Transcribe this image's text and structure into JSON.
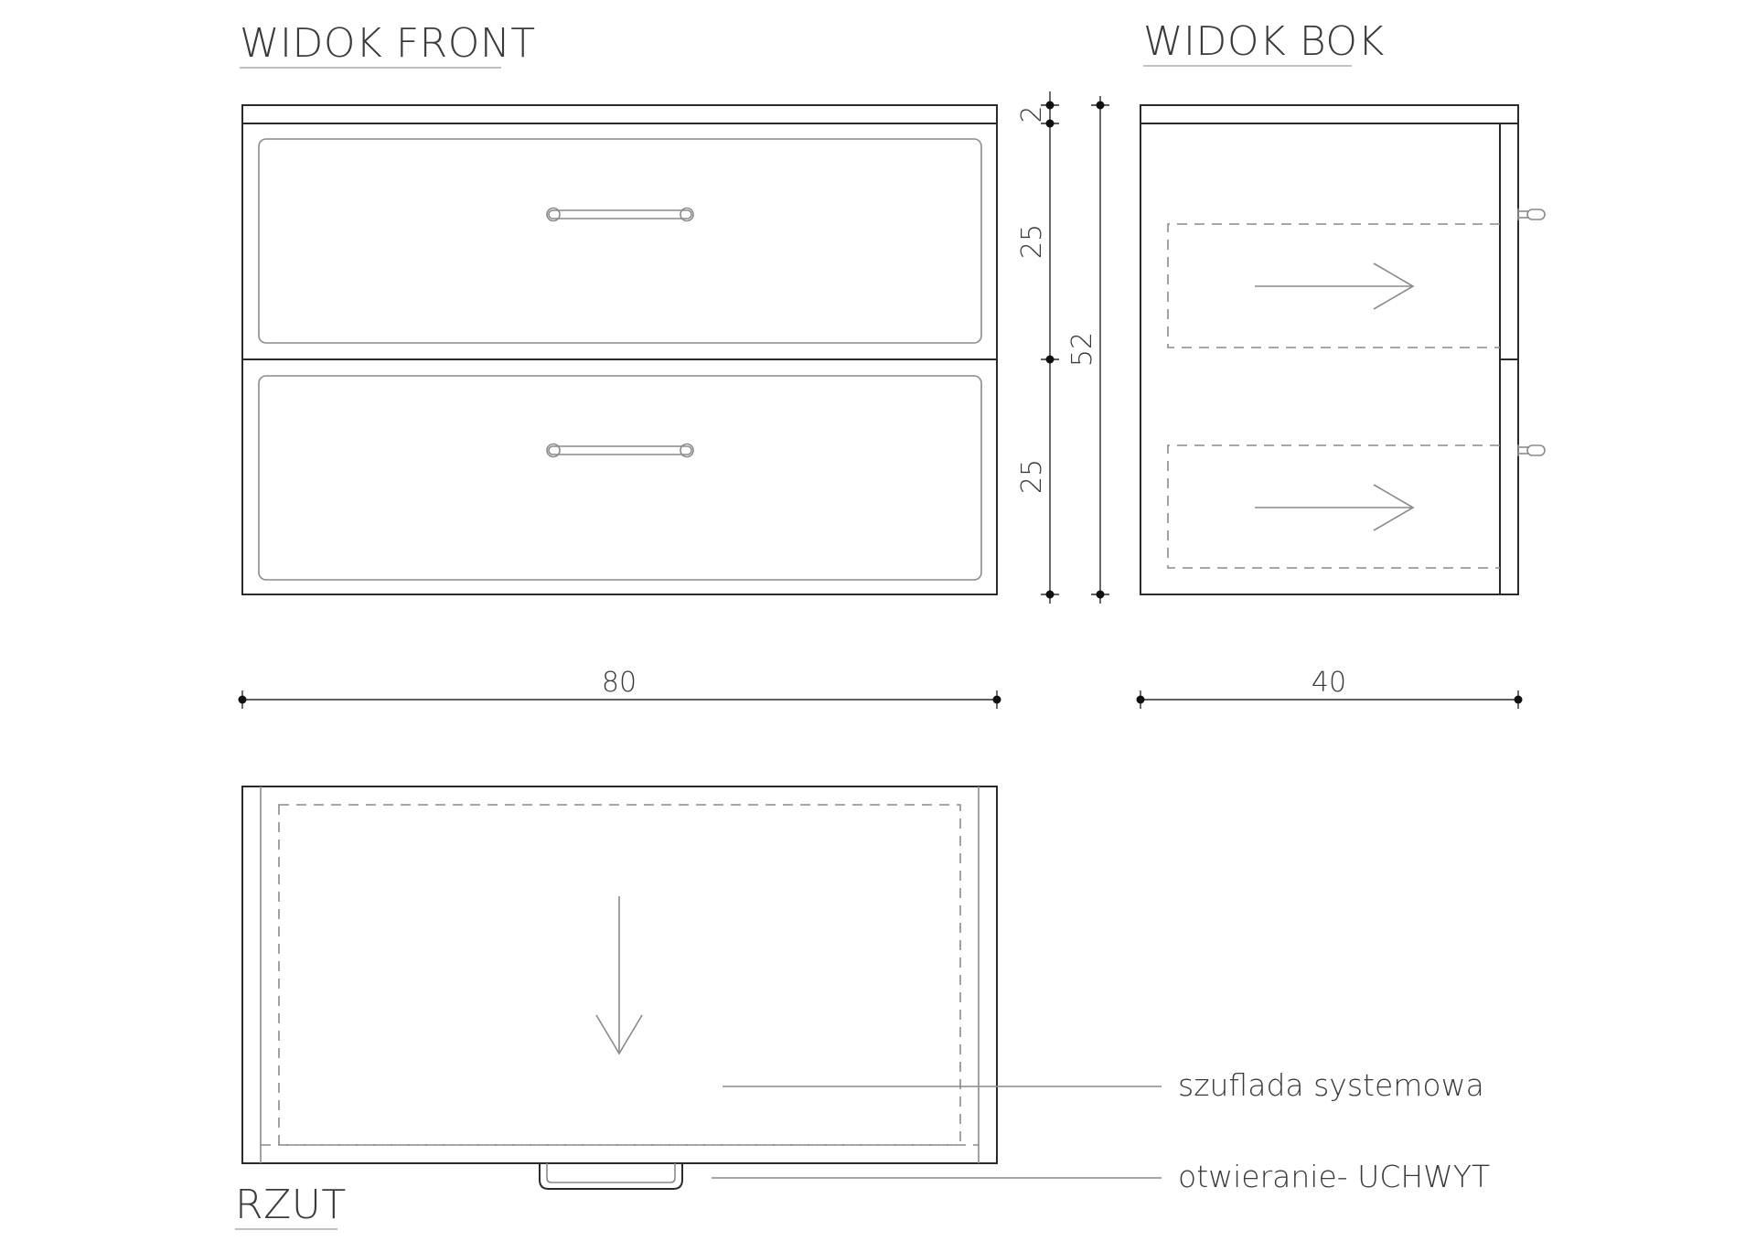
{
  "titles": {
    "front": "WIDOK FRONT",
    "side": "WIDOK BOK",
    "plan": "RZUT"
  },
  "dimensions": {
    "width_front": "80",
    "depth_side": "40",
    "top_board": "2",
    "drawer_upper": "25",
    "drawer_lower": "25",
    "total_height": "52"
  },
  "labels": {
    "system_drawer": "szuflada systemowa",
    "opening_handle": "otwieranie- UCHWYT"
  }
}
